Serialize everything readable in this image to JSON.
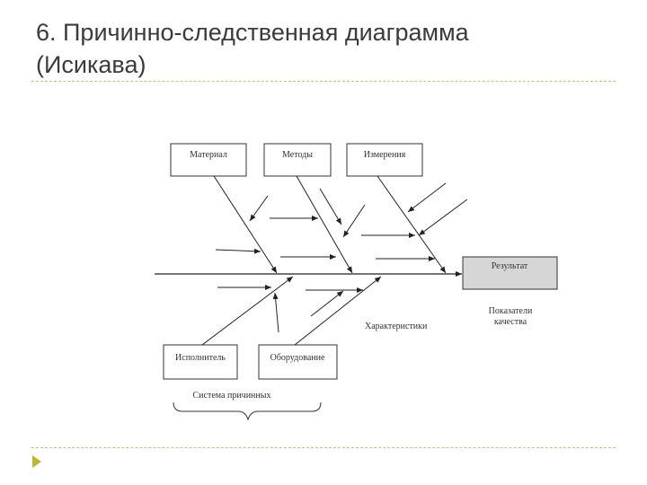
{
  "slide": {
    "title_line1": "6. Причинно-следственная диаграмма",
    "title_line2": "(Исикава)"
  },
  "diagram": {
    "top_causes": [
      "Материал",
      "Методы",
      "Измерения"
    ],
    "bottom_causes": [
      "Исполнитель",
      "Оборудование"
    ],
    "result": "Результат",
    "characteristics_label": "Характеристики",
    "quality_label_line1": "Показатели",
    "quality_label_line2": "качества",
    "causes_system_label": "Система причинных"
  },
  "colors": {
    "title": "#3b3b3b",
    "rule": "#c9c47a",
    "nav_arrow": "#b9b830",
    "result_fill": "#d6d6d6",
    "lines": "#222222"
  }
}
